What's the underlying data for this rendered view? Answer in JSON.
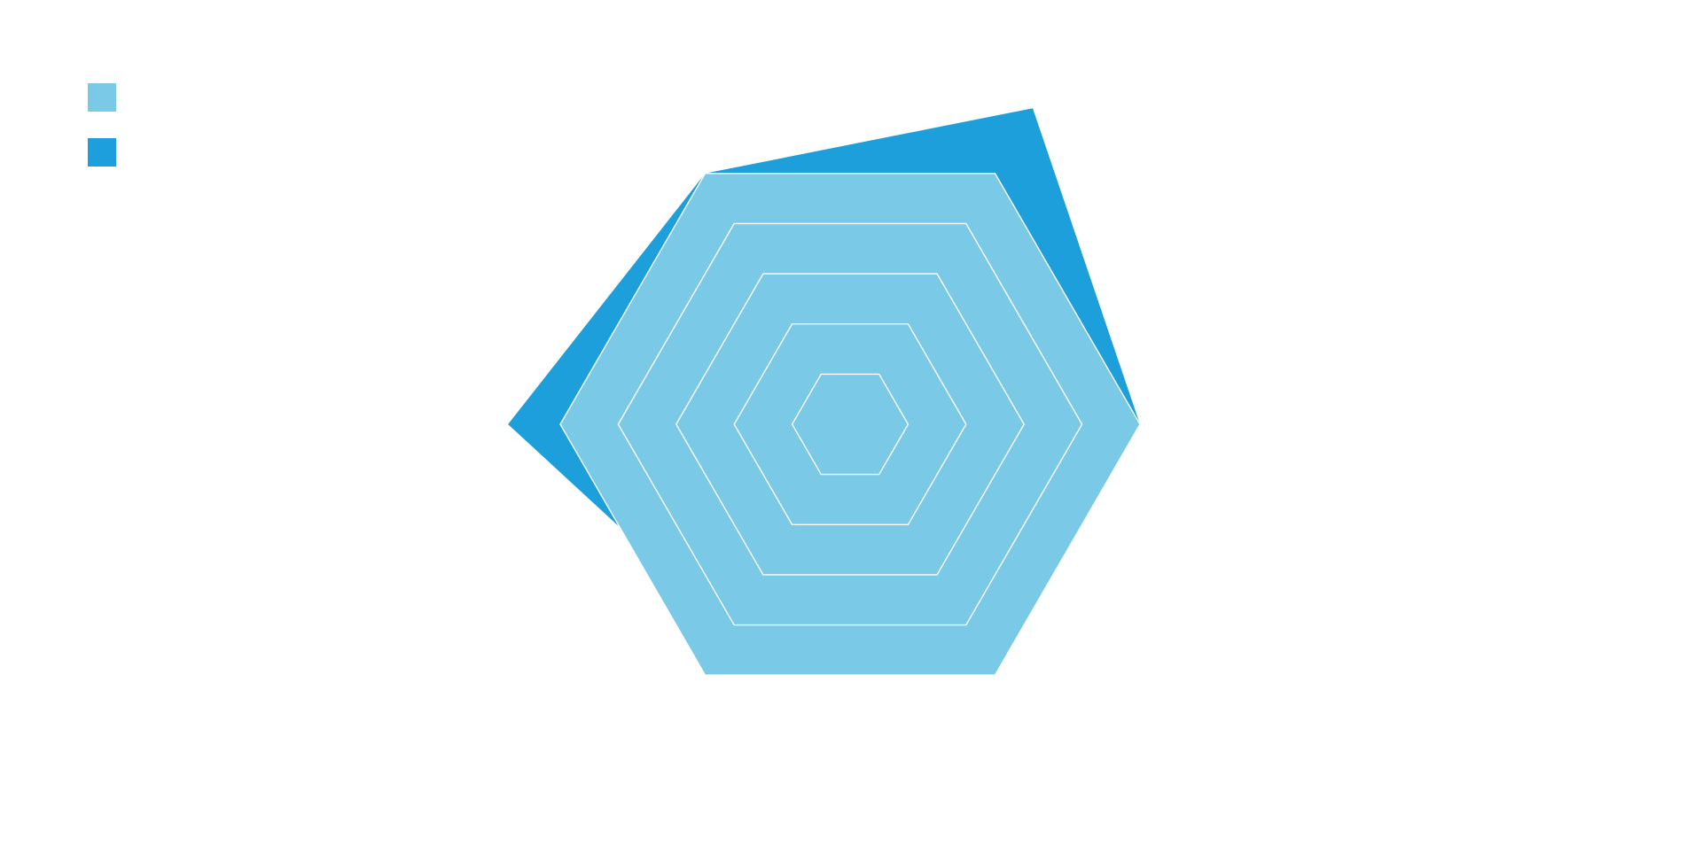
{
  "chart_data": {
    "type": "radar",
    "axes": [
      "",
      "",
      "",
      "",
      "",
      ""
    ],
    "rmax": 5,
    "levels": [
      1,
      2,
      3,
      4,
      5
    ],
    "grid": "hexagonal",
    "legend_placement": "top-left",
    "series": [
      {
        "name": "",
        "color": "#7ac9e7",
        "values": [
          5,
          5,
          5,
          5,
          5,
          5
        ]
      },
      {
        "name": "",
        "color": "#1d9fdb",
        "values": [
          5,
          6.3,
          5,
          5.9,
          4.1,
          5
        ]
      }
    ]
  },
  "colors": {
    "grid_line": "#ffffff",
    "background": "#ffffff"
  }
}
